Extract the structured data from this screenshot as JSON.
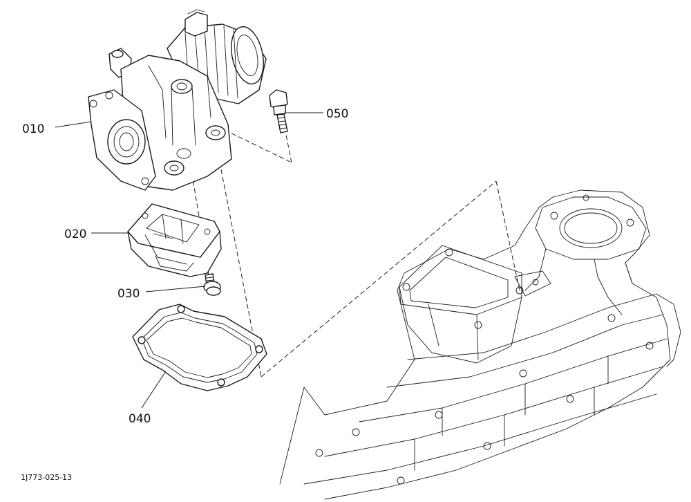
{
  "parts": [
    {
      "callout": "010",
      "item": "egr-valve"
    },
    {
      "callout": "020",
      "item": "reed-valve-housing"
    },
    {
      "callout": "030",
      "item": "screw"
    },
    {
      "callout": "040",
      "item": "gasket"
    },
    {
      "callout": "050",
      "item": "bolt"
    }
  ],
  "drawing_code": "1J773-025-13"
}
